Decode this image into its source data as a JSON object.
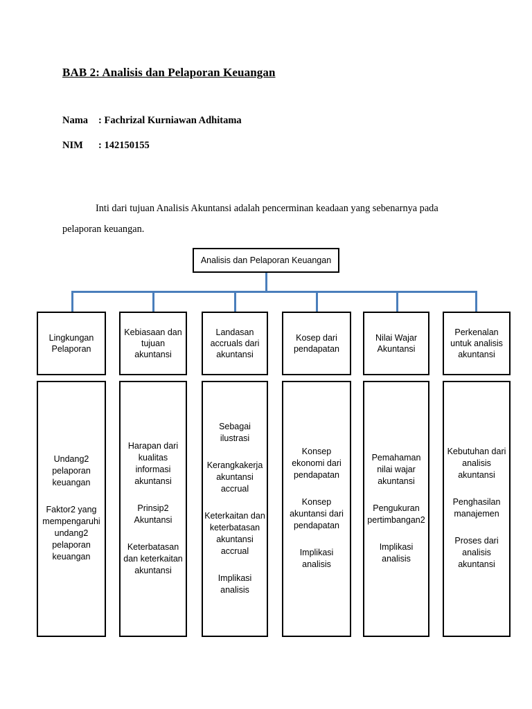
{
  "document": {
    "title": "BAB 2: Analisis dan Pelaporan Keuangan",
    "meta": [
      {
        "key": "Nama",
        "sep": ":",
        "value": "Fachrizal Kurniawan Adhitama"
      },
      {
        "key": "NIM",
        "sep": ":",
        "value": "142150155"
      }
    ],
    "paragraph": "Inti dari tujuan Analisis Akuntansi adalah pencerminan keadaan yang sebenarnya pada pelaporan keuangan."
  },
  "diagram": {
    "connector_color": "#4a7ebb",
    "root": "Analisis dan Pelaporan Keuangan",
    "columns": [
      {
        "category": "Lingkungan Pelaporan",
        "items": [
          "Undang2 pelaporan keuangan",
          "Faktor2 yang mempengaruhi undang2 pelaporan keuangan"
        ]
      },
      {
        "category": "Kebiasaan dan tujuan akuntansi",
        "items": [
          "Harapan dari kualitas informasi akuntansi",
          "Prinsip2 Akuntansi",
          "Keterbatasan dan keterkaitan akuntansi"
        ]
      },
      {
        "category": "Landasan accruals dari akuntansi",
        "items": [
          "Sebagai ilustrasi",
          "Kerangkakerja akuntansi accrual",
          "Keterkaitan dan keterbatasan akuntansi accrual",
          "Implikasi analisis"
        ]
      },
      {
        "category": "Kosep dari pendapatan",
        "items": [
          "Konsep ekonomi dari pendapatan",
          "Konsep akuntansi dari pendapatan",
          "Implikasi analisis"
        ]
      },
      {
        "category": "Nilai Wajar Akuntansi",
        "items": [
          "Pemahaman nilai wajar akuntansi",
          "Pengukuran pertimbangan2",
          "Implikasi analisis"
        ]
      },
      {
        "category": "Perkenalan untuk analisis akuntansi",
        "items": [
          "Kebutuhan dari analisis akuntansi",
          "Penghasilan manajemen",
          "Proses dari analisis akuntansi"
        ]
      }
    ]
  }
}
